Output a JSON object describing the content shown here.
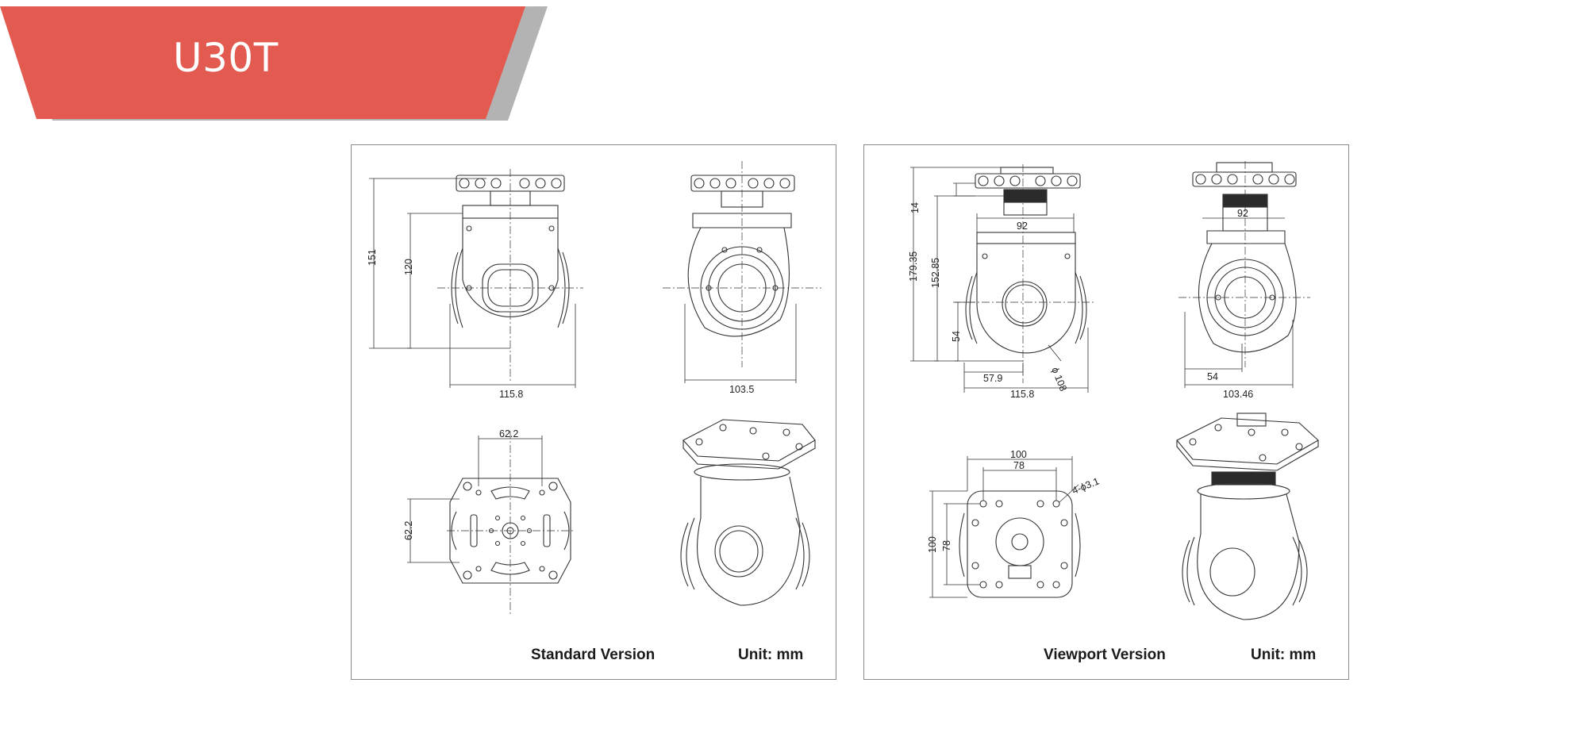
{
  "banner": {
    "title": "U30T",
    "color": "#e25a50",
    "shadow_color": "#9a9a9a"
  },
  "panels": [
    {
      "version_label": "Standard Version",
      "unit_label": "Unit: mm",
      "dimensions": {
        "height_total": "151",
        "height_body": "120",
        "width_front": "115.8",
        "width_side": "103.5",
        "mount_width": "62.2",
        "mount_height": "62.2"
      }
    },
    {
      "version_label": "Viewport Version",
      "unit_label": "Unit: mm",
      "dimensions": {
        "top_height": "14",
        "height_total": "179.35",
        "height_body": "152.85",
        "lens_height": "54",
        "neck_width_front": "92",
        "neck_width_side": "92",
        "lens_offset_front": "57.9",
        "width_front": "115.8",
        "ball_diameter": "ϕ 108",
        "lens_offset_side": "54",
        "width_side": "103.46",
        "plate_outer": "100",
        "plate_inner": "78",
        "plate_outer_v": "100",
        "plate_inner_v": "78",
        "hole_spec": "4-ϕ3.1"
      }
    }
  ]
}
